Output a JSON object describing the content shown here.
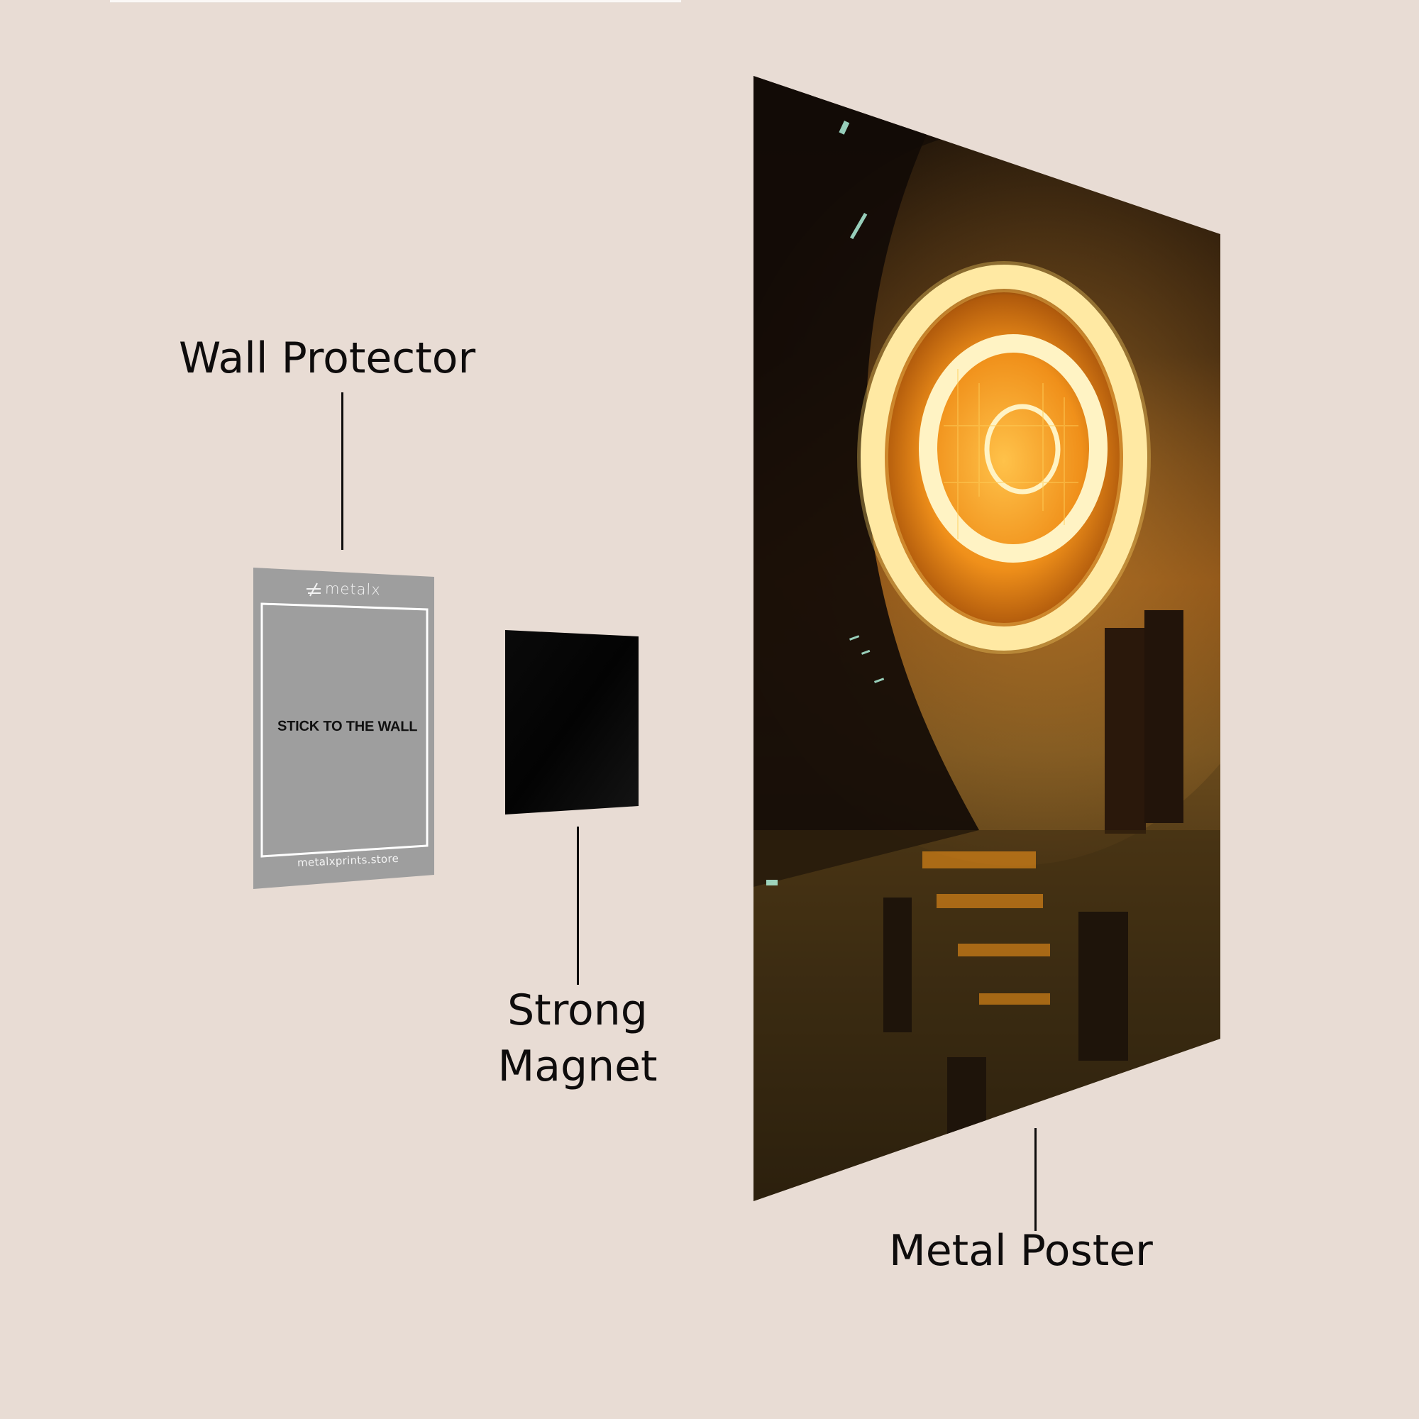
{
  "labels": {
    "wall_protector": "Wall Protector",
    "strong_magnet_line1": "Strong",
    "strong_magnet_line2": "Magnet",
    "metal_poster": "Metal Poster"
  },
  "wall_protector_card": {
    "logo_text": "metalx",
    "logo_icon": "metalx-cross-icon",
    "instruction": "STICK TO THE WALL",
    "website": "metalxprints.store",
    "card_color": "#a0a0a0",
    "border_color": "#ffffff"
  },
  "magnet": {
    "color": "#050505"
  },
  "poster": {
    "artwork": "futuristic city with glowing orange concentric rings",
    "accent_colors": [
      "#ffb020",
      "#fff4c0",
      "#1a120a",
      "#6a4a18"
    ]
  },
  "colors": {
    "background": "#e8dcd4",
    "text": "#0e0c0c"
  }
}
